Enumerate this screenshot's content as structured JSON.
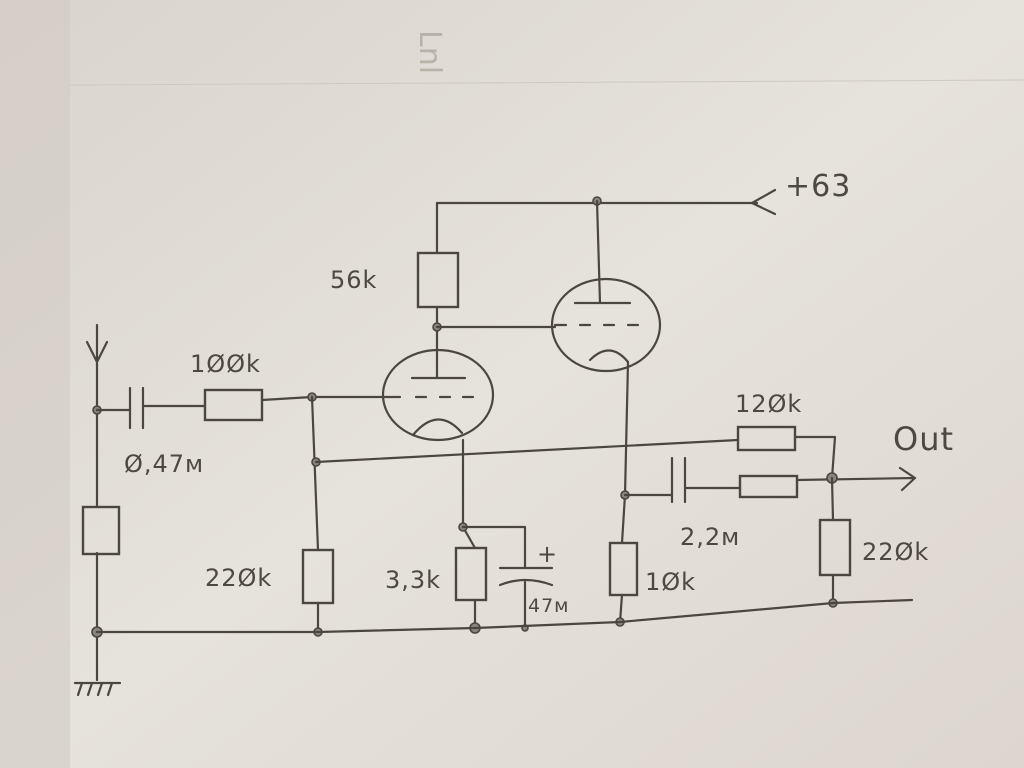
{
  "diagram": {
    "type": "hand-drawn tube amplifier schematic",
    "supply_label": "+63",
    "output_label": "Out",
    "bleed_through_text": "Lnl",
    "components": {
      "r_plate": "56k",
      "r_input": "1ØØk",
      "c_input": "Ø,47м",
      "r_grid": "22Øk",
      "r_cathode": "3,3k",
      "c_cathode": "47м",
      "c_cathode_polarity": "+",
      "r_cathode2": "1Øk",
      "c_output": "2,2м",
      "r_feedback": "12Øk",
      "r_output": "22Øk"
    }
  },
  "colors": {
    "ink": "#4c4640",
    "paper": "#e4dfd8"
  }
}
